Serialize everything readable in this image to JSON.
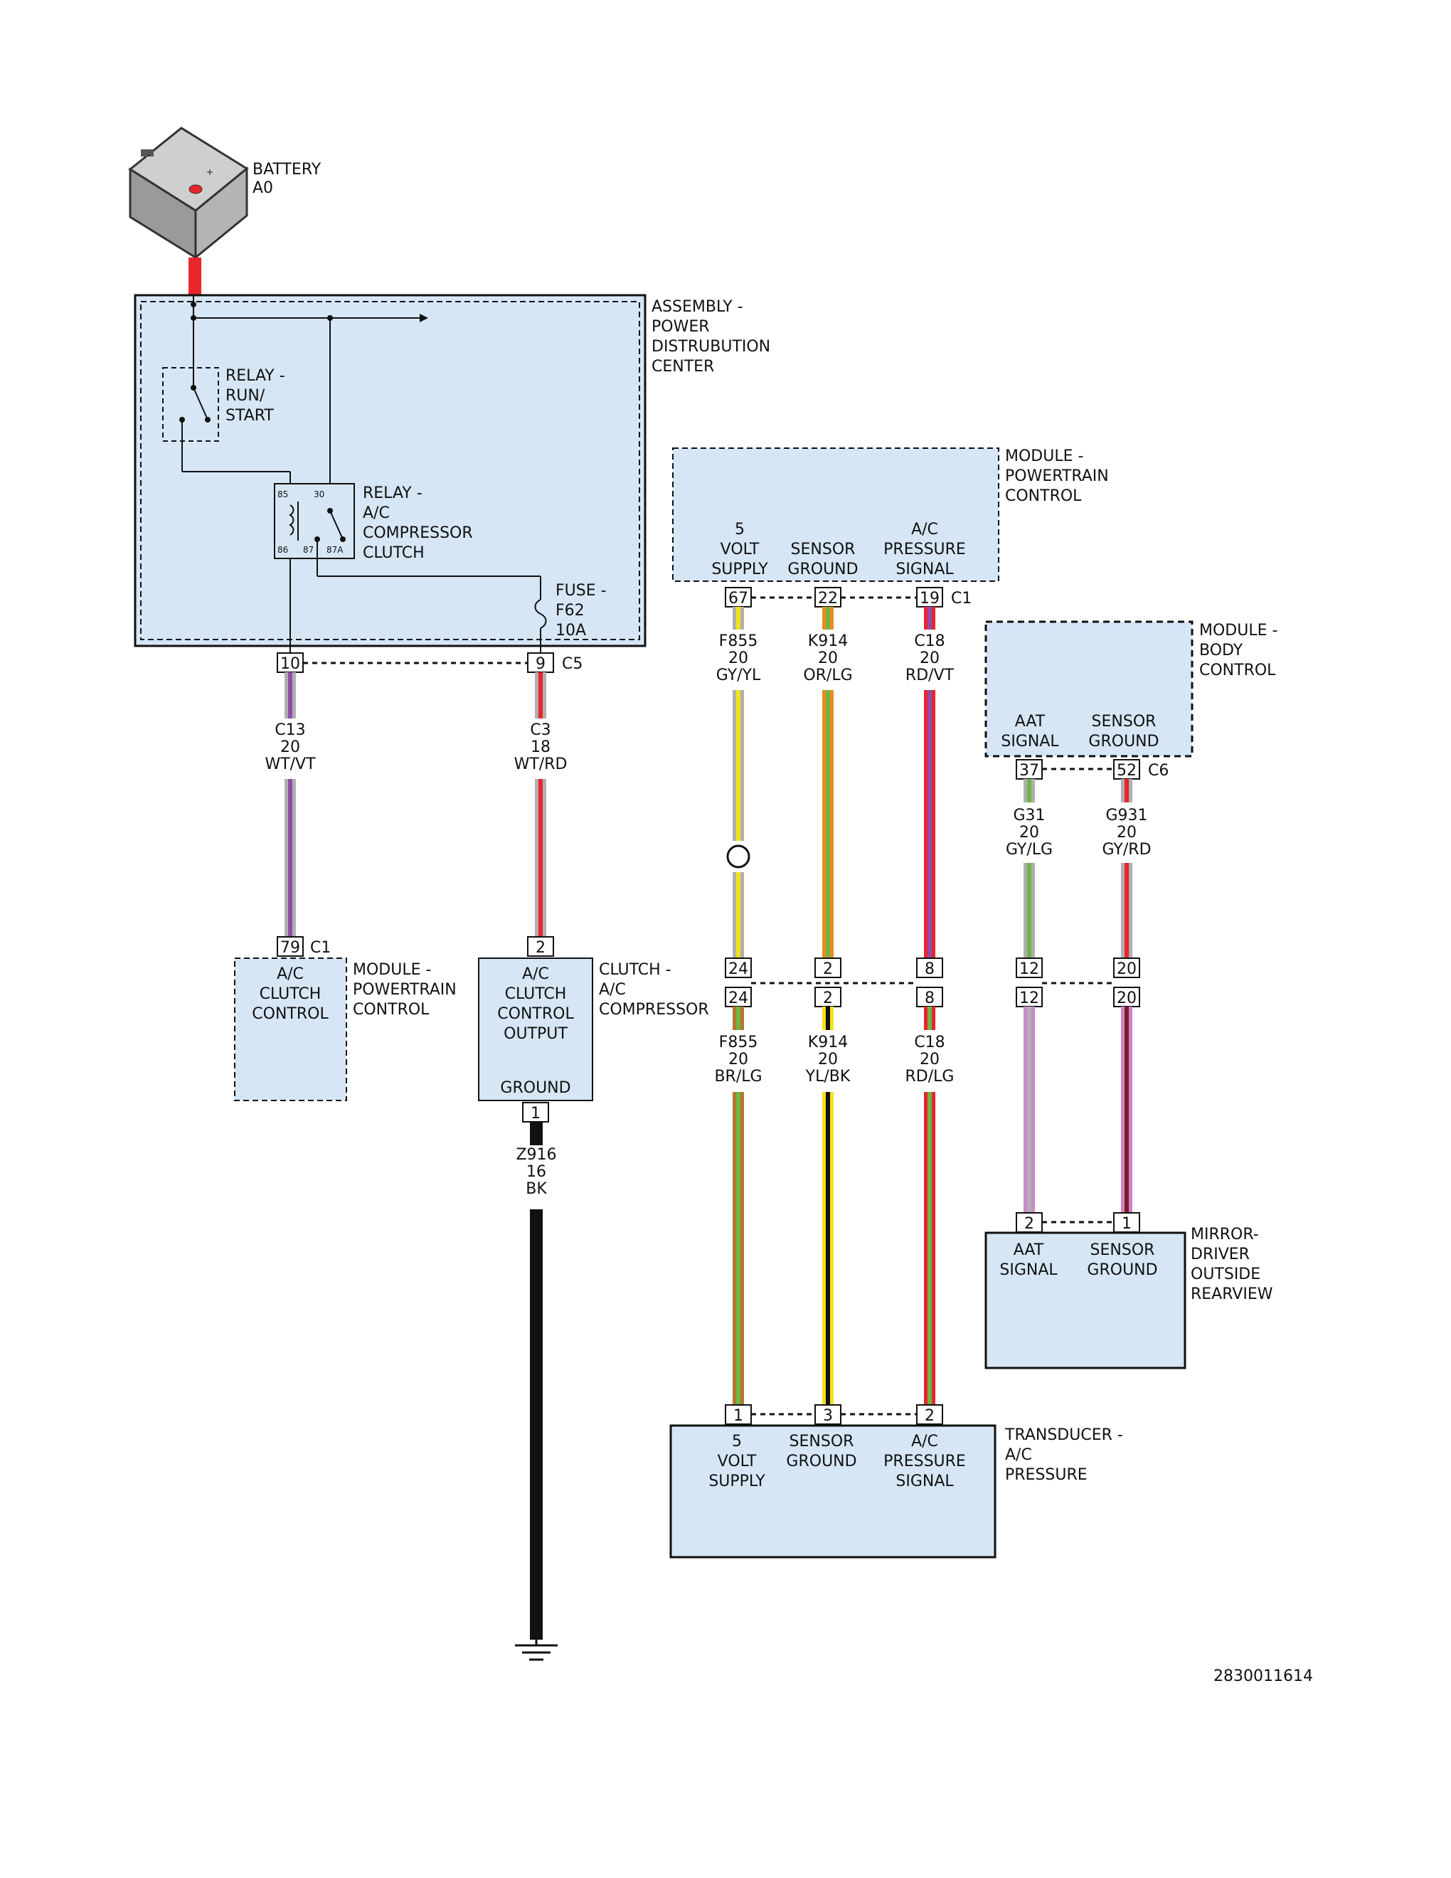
{
  "diagram_id": "2830011614",
  "battery": {
    "name": "BATTERY",
    "code": "A0"
  },
  "pdc": {
    "title_lines": [
      "ASSEMBLY -",
      "POWER",
      "DISTRUBUTION",
      "CENTER"
    ],
    "relay_run_start": [
      "RELAY -",
      "RUN/",
      "START"
    ],
    "relay_ac": [
      "RELAY -",
      "A/C",
      "COMPRESSOR",
      "CLUTCH"
    ],
    "relay_pins": {
      "p85": "85",
      "p30": "30",
      "p86": "86",
      "p87": "87",
      "p87a": "87A"
    },
    "fuse": [
      "FUSE -",
      "F62",
      "10A"
    ],
    "connector": "C5",
    "pin_left": "10",
    "pin_right": "9"
  },
  "wires": {
    "c13": {
      "circuit": "C13",
      "gauge": "20",
      "color": "WT/VT"
    },
    "c3": {
      "circuit": "C3",
      "gauge": "18",
      "color": "WT/RD"
    },
    "z916": {
      "circuit": "Z916",
      "gauge": "16",
      "color": "BK"
    },
    "f855_top": {
      "circuit": "F855",
      "gauge": "20",
      "color": "GY/YL"
    },
    "k914_top": {
      "circuit": "K914",
      "gauge": "20",
      "color": "OR/LG"
    },
    "c18_top": {
      "circuit": "C18",
      "gauge": "20",
      "color": "RD/VT"
    },
    "f855_bot": {
      "circuit": "F855",
      "gauge": "20",
      "color": "BR/LG"
    },
    "k914_bot": {
      "circuit": "K914",
      "gauge": "20",
      "color": "YL/BK"
    },
    "c18_bot": {
      "circuit": "C18",
      "gauge": "20",
      "color": "RD/LG"
    },
    "g31": {
      "circuit": "G31",
      "gauge": "20",
      "color": "GY/LG"
    },
    "g931": {
      "circuit": "G931",
      "gauge": "20",
      "color": "GY/RD"
    }
  },
  "pcm_left": {
    "title_lines": [
      "MODULE -",
      "POWERTRAIN",
      "CONTROL"
    ],
    "inner_lines": [
      "A/C",
      "CLUTCH",
      "CONTROL"
    ],
    "pin": "79",
    "connector": "C1"
  },
  "clutch": {
    "title_lines": [
      "CLUTCH -",
      "A/C",
      "COMPRESSOR"
    ],
    "inner_lines": [
      "A/C",
      "CLUTCH",
      "CONTROL",
      "OUTPUT"
    ],
    "ground_label": "GROUND",
    "pin_top": "2",
    "pin_bottom": "1"
  },
  "pcm_right": {
    "title_lines": [
      "MODULE -",
      "POWERTRAIN",
      "CONTROL"
    ],
    "col1": [
      "5",
      "VOLT",
      "SUPPLY"
    ],
    "col2": [
      "SENSOR",
      "GROUND"
    ],
    "col3": [
      "A/C",
      "PRESSURE",
      "SIGNAL"
    ],
    "pins": [
      "67",
      "22",
      "19"
    ],
    "connector": "C1"
  },
  "inline_pins": {
    "left_top": [
      "24",
      "2",
      "8"
    ],
    "left_bot": [
      "24",
      "2",
      "8"
    ],
    "right_top": [
      "12",
      "20"
    ],
    "right_bot": [
      "12",
      "20"
    ]
  },
  "bcm": {
    "title_lines": [
      "MODULE -",
      "BODY",
      "CONTROL"
    ],
    "col1": [
      "AAT",
      "SIGNAL"
    ],
    "col2": [
      "SENSOR",
      "GROUND"
    ],
    "pins": [
      "37",
      "52"
    ],
    "connector": "C6"
  },
  "mirror": {
    "title_lines": [
      "MIRROR-",
      "DRIVER",
      "OUTSIDE",
      "REARVIEW"
    ],
    "col1": [
      "AAT",
      "SIGNAL"
    ],
    "col2": [
      "SENSOR",
      "GROUND"
    ],
    "pins": [
      "2",
      "1"
    ]
  },
  "transducer": {
    "title_lines": [
      "TRANSDUCER -",
      "A/C",
      "PRESSURE"
    ],
    "col1": [
      "5",
      "VOLT",
      "SUPPLY"
    ],
    "col2": [
      "SENSOR",
      "GROUND"
    ],
    "col3": [
      "A/C",
      "PRESSURE",
      "SIGNAL"
    ],
    "pins": [
      "1",
      "3",
      "2"
    ]
  },
  "colors": {
    "module_fill": "#d6e6f5",
    "red": "#e8262b",
    "violet": "#8e4ea6",
    "gray": "#b0b0b0",
    "yellow": "#f2e21a",
    "orange": "#f08a1d",
    "light_green": "#6fb548",
    "brown": "#b5782a",
    "pink": "#cf86c8",
    "maroon": "#7a1f2a",
    "black": "#111111"
  }
}
